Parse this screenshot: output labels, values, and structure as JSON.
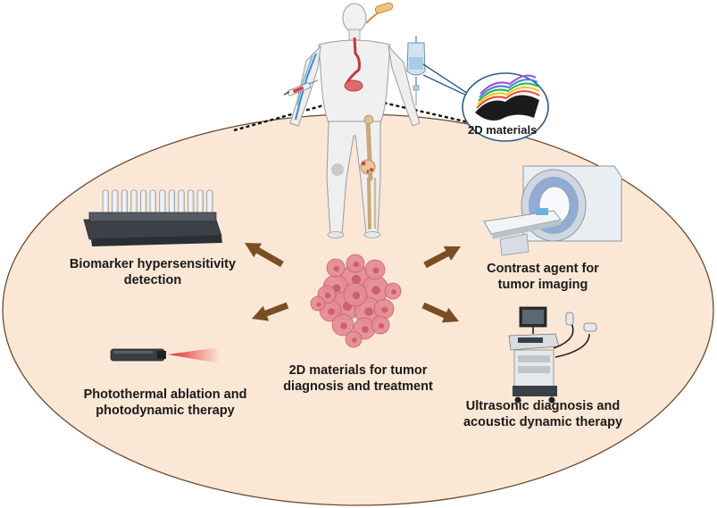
{
  "center": {
    "line1": "2D materials for tumor",
    "line2": "diagnosis and treatment"
  },
  "materials_callout": "2D materials",
  "applications": {
    "biomarker": {
      "line1": "Biomarker hypersensitivity",
      "line2": "detection"
    },
    "contrast": {
      "line1": "Contrast agent for",
      "line2": "tumor imaging"
    },
    "photothermal": {
      "line1": "Photothermal ablation and",
      "line2": "photodynamic therapy"
    },
    "ultrasonic": {
      "line1": "Ultrasonic diagnosis and",
      "line2": "acoustic dynamic therapy"
    }
  },
  "colors": {
    "ellipse_fill": "#fbe7d6",
    "ellipse_stroke": "#6b4a2e",
    "arrow": "#7a4e22",
    "tumor": "#e58b93"
  },
  "icons": {
    "human": "human-body-icon",
    "iv_bag": "iv-bag-icon",
    "tumor": "tumor-cells-icon",
    "test_tubes": "test-tube-rack-icon",
    "mri": "mri-scanner-icon",
    "laser": "laser-pointer-icon",
    "ultrasound": "ultrasound-machine-icon",
    "nanosheets": "nanosheet-stack-icon"
  }
}
